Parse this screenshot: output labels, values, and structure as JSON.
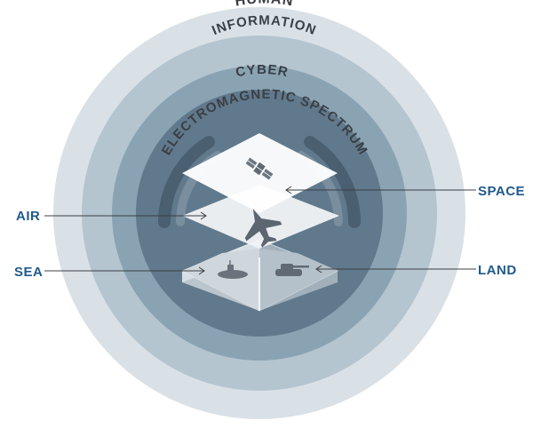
{
  "rings": {
    "human": "HUMAN",
    "information": "INFORMATION",
    "cyber": "CYBER",
    "electromagnetic": "ELECTROMAGNETIC SPECTRUM"
  },
  "domains": {
    "space": "SPACE",
    "air": "AIR",
    "sea": "SEA",
    "land": "LAND"
  },
  "colors": {
    "ring_outer": "#d9e1e7",
    "ring_2": "#b4c5d0",
    "ring_3": "#8aa3b3",
    "ring_4": "#61798c",
    "core": "#55687a",
    "label_accent": "#1f5a8d"
  },
  "icons": [
    "satellite-icon",
    "fighter-jet-icon",
    "submarine-icon",
    "tank-icon",
    "radio-wave-icon"
  ]
}
